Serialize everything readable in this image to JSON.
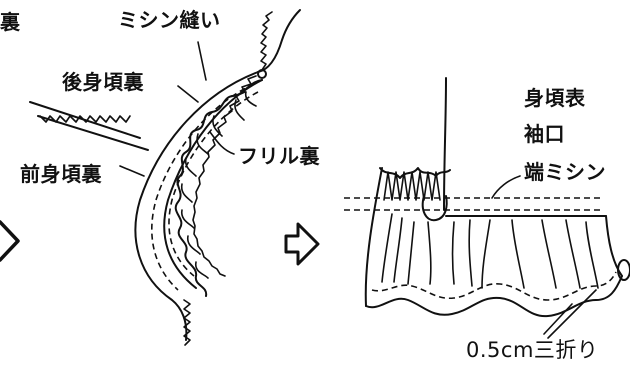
{
  "labels": {
    "back_body_reverse_cut": "裏",
    "machine_stitch": "ミシン縫い",
    "back_body_reverse": "後身頃裏",
    "frill_reverse": "フリル裏",
    "front_body_reverse": "前身頃裏",
    "body_front": "身頃表",
    "cuff": "袖口",
    "edge_stitch": "端ミシン",
    "triple_fold": "0.5cm三折り"
  },
  "icons": {
    "first_arrow": "right-chevron-arrow-icon",
    "second_arrow": "right-outline-arrow-icon"
  }
}
